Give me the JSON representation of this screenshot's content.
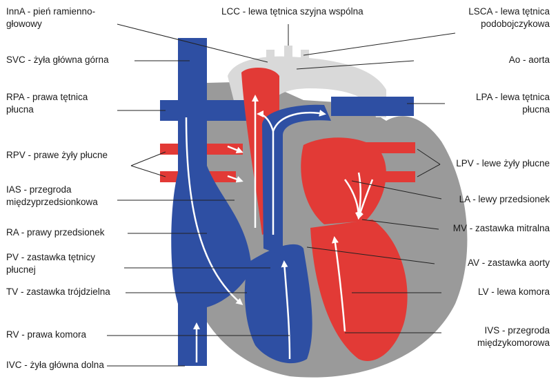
{
  "colors": {
    "venous": "#2e4fa3",
    "arterial": "#e23a36",
    "septum": "#9a9a9a",
    "aorta": "#d9d9d9",
    "flow": "#ffffff",
    "leader": "#222222"
  },
  "labels": {
    "inna": {
      "line1": "InnA - pień ramienno-",
      "line2": "głowowy"
    },
    "lcc": "LCC - lewa tętnica szyjna wspólna",
    "lsca": {
      "line1": "LSCA - lewa tętnica",
      "line2": "podobojczykowa"
    },
    "ao": "Ao - aorta",
    "svc": "SVC - żyła główna górna",
    "rpa": {
      "line1": "RPA - prawa tętnica",
      "line2": "płucna"
    },
    "lpa": {
      "line1": "LPA - lewa tętnica",
      "line2": "płucna"
    },
    "rpv": "RPV - prawe żyły płucne",
    "lpv": "LPV - lewe żyły płucne",
    "ias": {
      "line1": "IAS - przegroda",
      "line2": "międzyprzedsionkowa"
    },
    "la": "LA - lewy przedsionek",
    "ra": "RA - prawy przedsionek",
    "mv": "MV - zastawka mitralna",
    "pv": {
      "line1": "PV - zastawka tętnicy",
      "line2": "płucnej"
    },
    "av": "AV - zastawka aorty",
    "tv": "TV - zastawka trójdzielna",
    "lv": "LV - lewa komora",
    "rv": "RV - prawa komora",
    "ivs": {
      "line1": "IVS - przegroda",
      "line2": "międzykomorowa"
    },
    "ivc": "IVC - żyła główna dolna"
  }
}
